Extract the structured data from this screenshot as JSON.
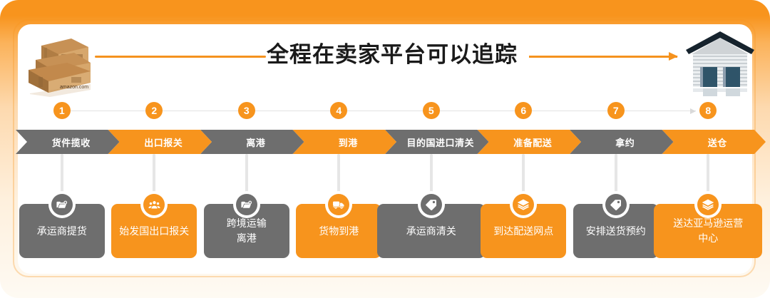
{
  "header": {
    "title": "全程在卖家平台可以追踪",
    "left_image": "amazon-boxes-image",
    "right_image": "warehouse-image",
    "arrow": "right-arrow"
  },
  "colors": {
    "orange": "#f7941d",
    "gray": "#6e6e6e",
    "white": "#ffffff",
    "rail": "#e2e2e2",
    "frame_border": "#fbb25a"
  },
  "steps": [
    {
      "num": "1",
      "stage": "货件揽收",
      "detail": "承运商提货",
      "icon": "folder-pickup-icon",
      "tone": "gray"
    },
    {
      "num": "2",
      "stage": "出口报关",
      "detail": "始发国出口报关",
      "icon": "people-group-icon",
      "tone": "orange"
    },
    {
      "num": "3",
      "stage": "离港",
      "detail": "跨境运输\n离港",
      "icon": "folder-pickup-icon",
      "tone": "gray"
    },
    {
      "num": "4",
      "stage": "到港",
      "detail": "货物到港",
      "icon": "truck-icon",
      "tone": "orange"
    },
    {
      "num": "5",
      "stage": "目的国进口清关",
      "detail": "承运商清关",
      "icon": "tag-icon",
      "tone": "gray"
    },
    {
      "num": "6",
      "stage": "准备配送",
      "detail": "到达配送网点",
      "icon": "layers-icon",
      "tone": "orange"
    },
    {
      "num": "7",
      "stage": "拿约",
      "detail": "安排送货预约",
      "icon": "tag-icon",
      "tone": "gray"
    },
    {
      "num": "8",
      "stage": "送仓",
      "detail": "送达亚马逊运营\n中心",
      "icon": "layers-icon",
      "tone": "orange"
    }
  ]
}
